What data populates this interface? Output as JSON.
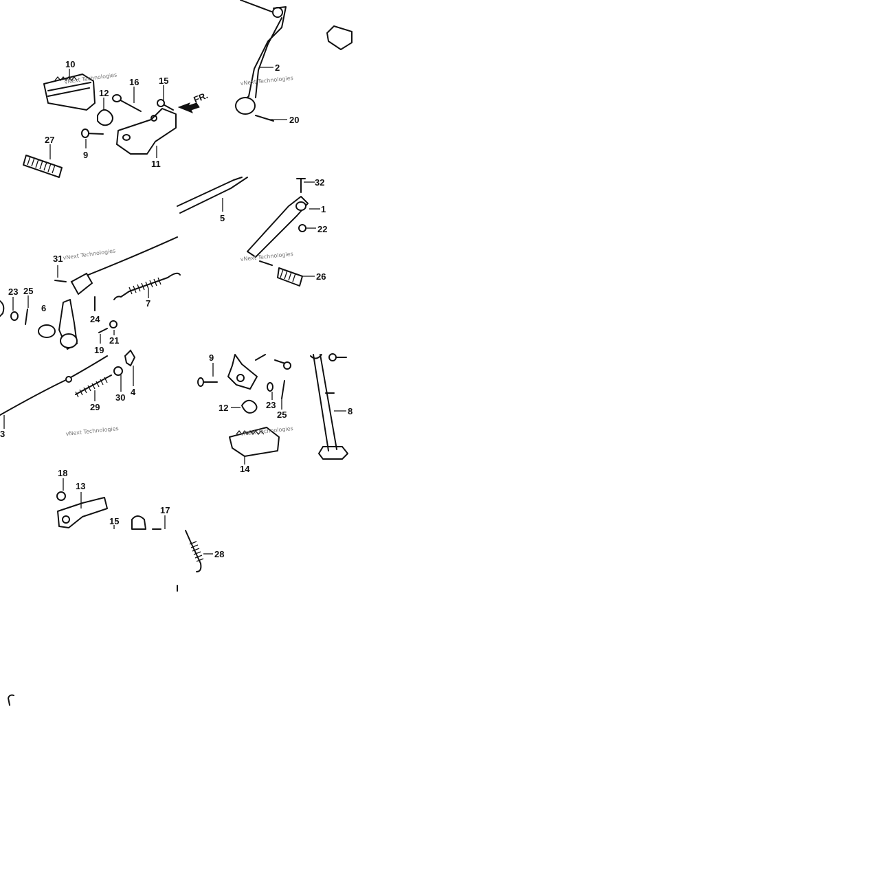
{
  "diagram": {
    "direction_marker": "FR.",
    "watermark": "vNext Technologies",
    "callouts": {
      "c1": "1",
      "c2": "2",
      "c3": "3",
      "c4": "4",
      "c5": "5",
      "c6": "6",
      "c7": "7",
      "c8": "8",
      "c9a": "9",
      "c9b": "9",
      "c10": "10",
      "c11": "11",
      "c12a": "12",
      "c12b": "12",
      "c13": "13",
      "c14": "14",
      "c15a": "15",
      "c15b": "15",
      "c16": "16",
      "c17": "17",
      "c18": "18",
      "c19": "19",
      "c20": "20",
      "c21": "21",
      "c22": "22",
      "c23a": "23",
      "c23b": "23",
      "c24": "24",
      "c25a": "25",
      "c25b": "25",
      "c26": "26",
      "c27": "27",
      "c28": "28",
      "c29": "29",
      "c30": "30",
      "c31": "31",
      "c32": "32"
    }
  }
}
